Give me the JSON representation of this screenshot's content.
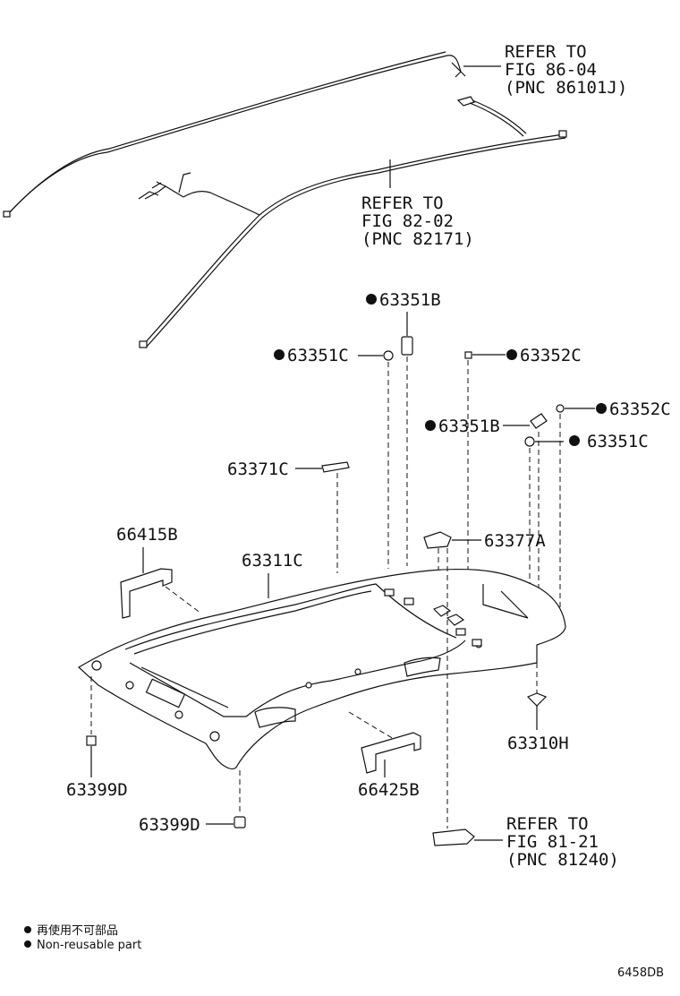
{
  "refs": {
    "top": [
      "REFER TO",
      "FIG 86-04",
      "(PNC 86101J)"
    ],
    "mid": [
      "REFER TO",
      "FIG 82-02",
      "(PNC 82171)"
    ],
    "bottom": [
      "REFER TO",
      "FIG 81-21",
      "(PNC 81240)"
    ]
  },
  "parts": {
    "p63351B_a": "63351B",
    "p63351C_a": "63351C",
    "p63352C_a": "63352C",
    "p63352C_b": "63352C",
    "p63351B_b": "63351B",
    "p63351C_b": "63351C",
    "p63371C": "63371C",
    "p66415B": "66415B",
    "p63311C": "63311C",
    "p63377A": "63377A",
    "p63310H": "63310H",
    "p63399D_a": "63399D",
    "p66425B": "66425B",
    "p63399D_b": "63399D"
  },
  "legend": {
    "line1": "再使用不可部品",
    "line2": "Non-reusable part"
  },
  "figure_id": "6458DB"
}
